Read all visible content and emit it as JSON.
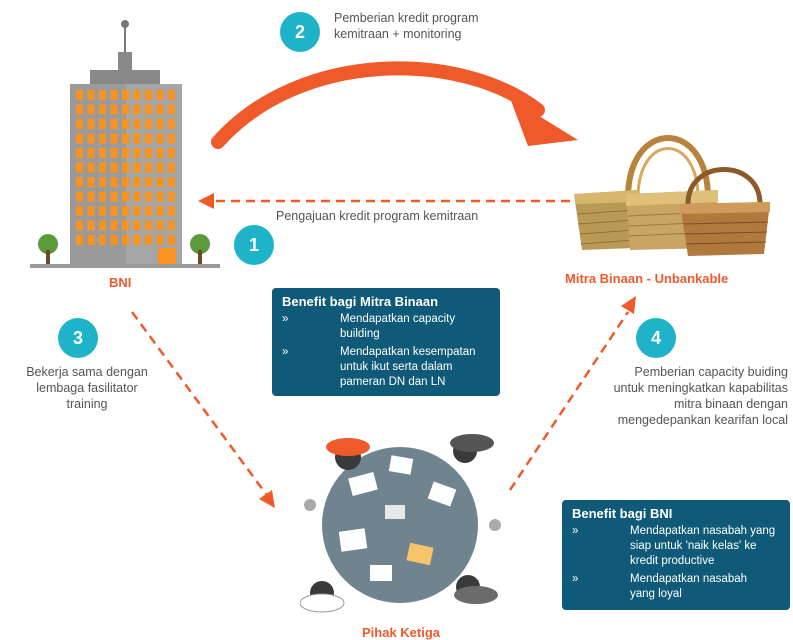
{
  "nodes": {
    "bank_label": "BNI",
    "mitra_label": "Mitra Binaan - Unbankable",
    "third_party_label": "Pihak Ketiga"
  },
  "steps": [
    {
      "number": "1",
      "text": "Pengajuan kredit program kemitraan"
    },
    {
      "number": "2",
      "text_lines": [
        "Pemberian kredit program",
        "kemitraan + monitoring"
      ]
    },
    {
      "number": "3",
      "text_lines": [
        "Bekerja sama dengan",
        "lembaga fasilitator",
        "training"
      ]
    },
    {
      "number": "4",
      "text_lines": [
        "Pemberian capacity buiding",
        "untuk meningkatkan kapabilitas",
        "mitra binaan dengan",
        "mengedepankan kearifan local"
      ]
    }
  ],
  "benefit_mitra": {
    "title": "Benefit bagi Mitra Binaan",
    "bullet": "»",
    "items": [
      [
        "Mendapatkan capacity",
        "building"
      ],
      [
        "Mendapatkan kesempatan",
        "untuk ikut serta dalam",
        "pameran DN dan LN"
      ]
    ]
  },
  "benefit_bni": {
    "title": "Benefit bagi BNI",
    "bullet": "»",
    "items": [
      [
        "Mendapatkan nasabah yang",
        "siap untuk 'naik kelas' ke",
        "kredit productive"
      ],
      [
        "Mendapatkan nasabah",
        "yang loyal"
      ]
    ]
  },
  "colors": {
    "accent_orange": "#f0592a",
    "badge_teal": "#1fb3c9",
    "panel_navy": "#0f5a78",
    "building_gray": "#9b9b9b",
    "window_orange": "#f7931e"
  },
  "icons": [
    "office-building-icon",
    "baskets-icon",
    "meeting-table-icon"
  ]
}
